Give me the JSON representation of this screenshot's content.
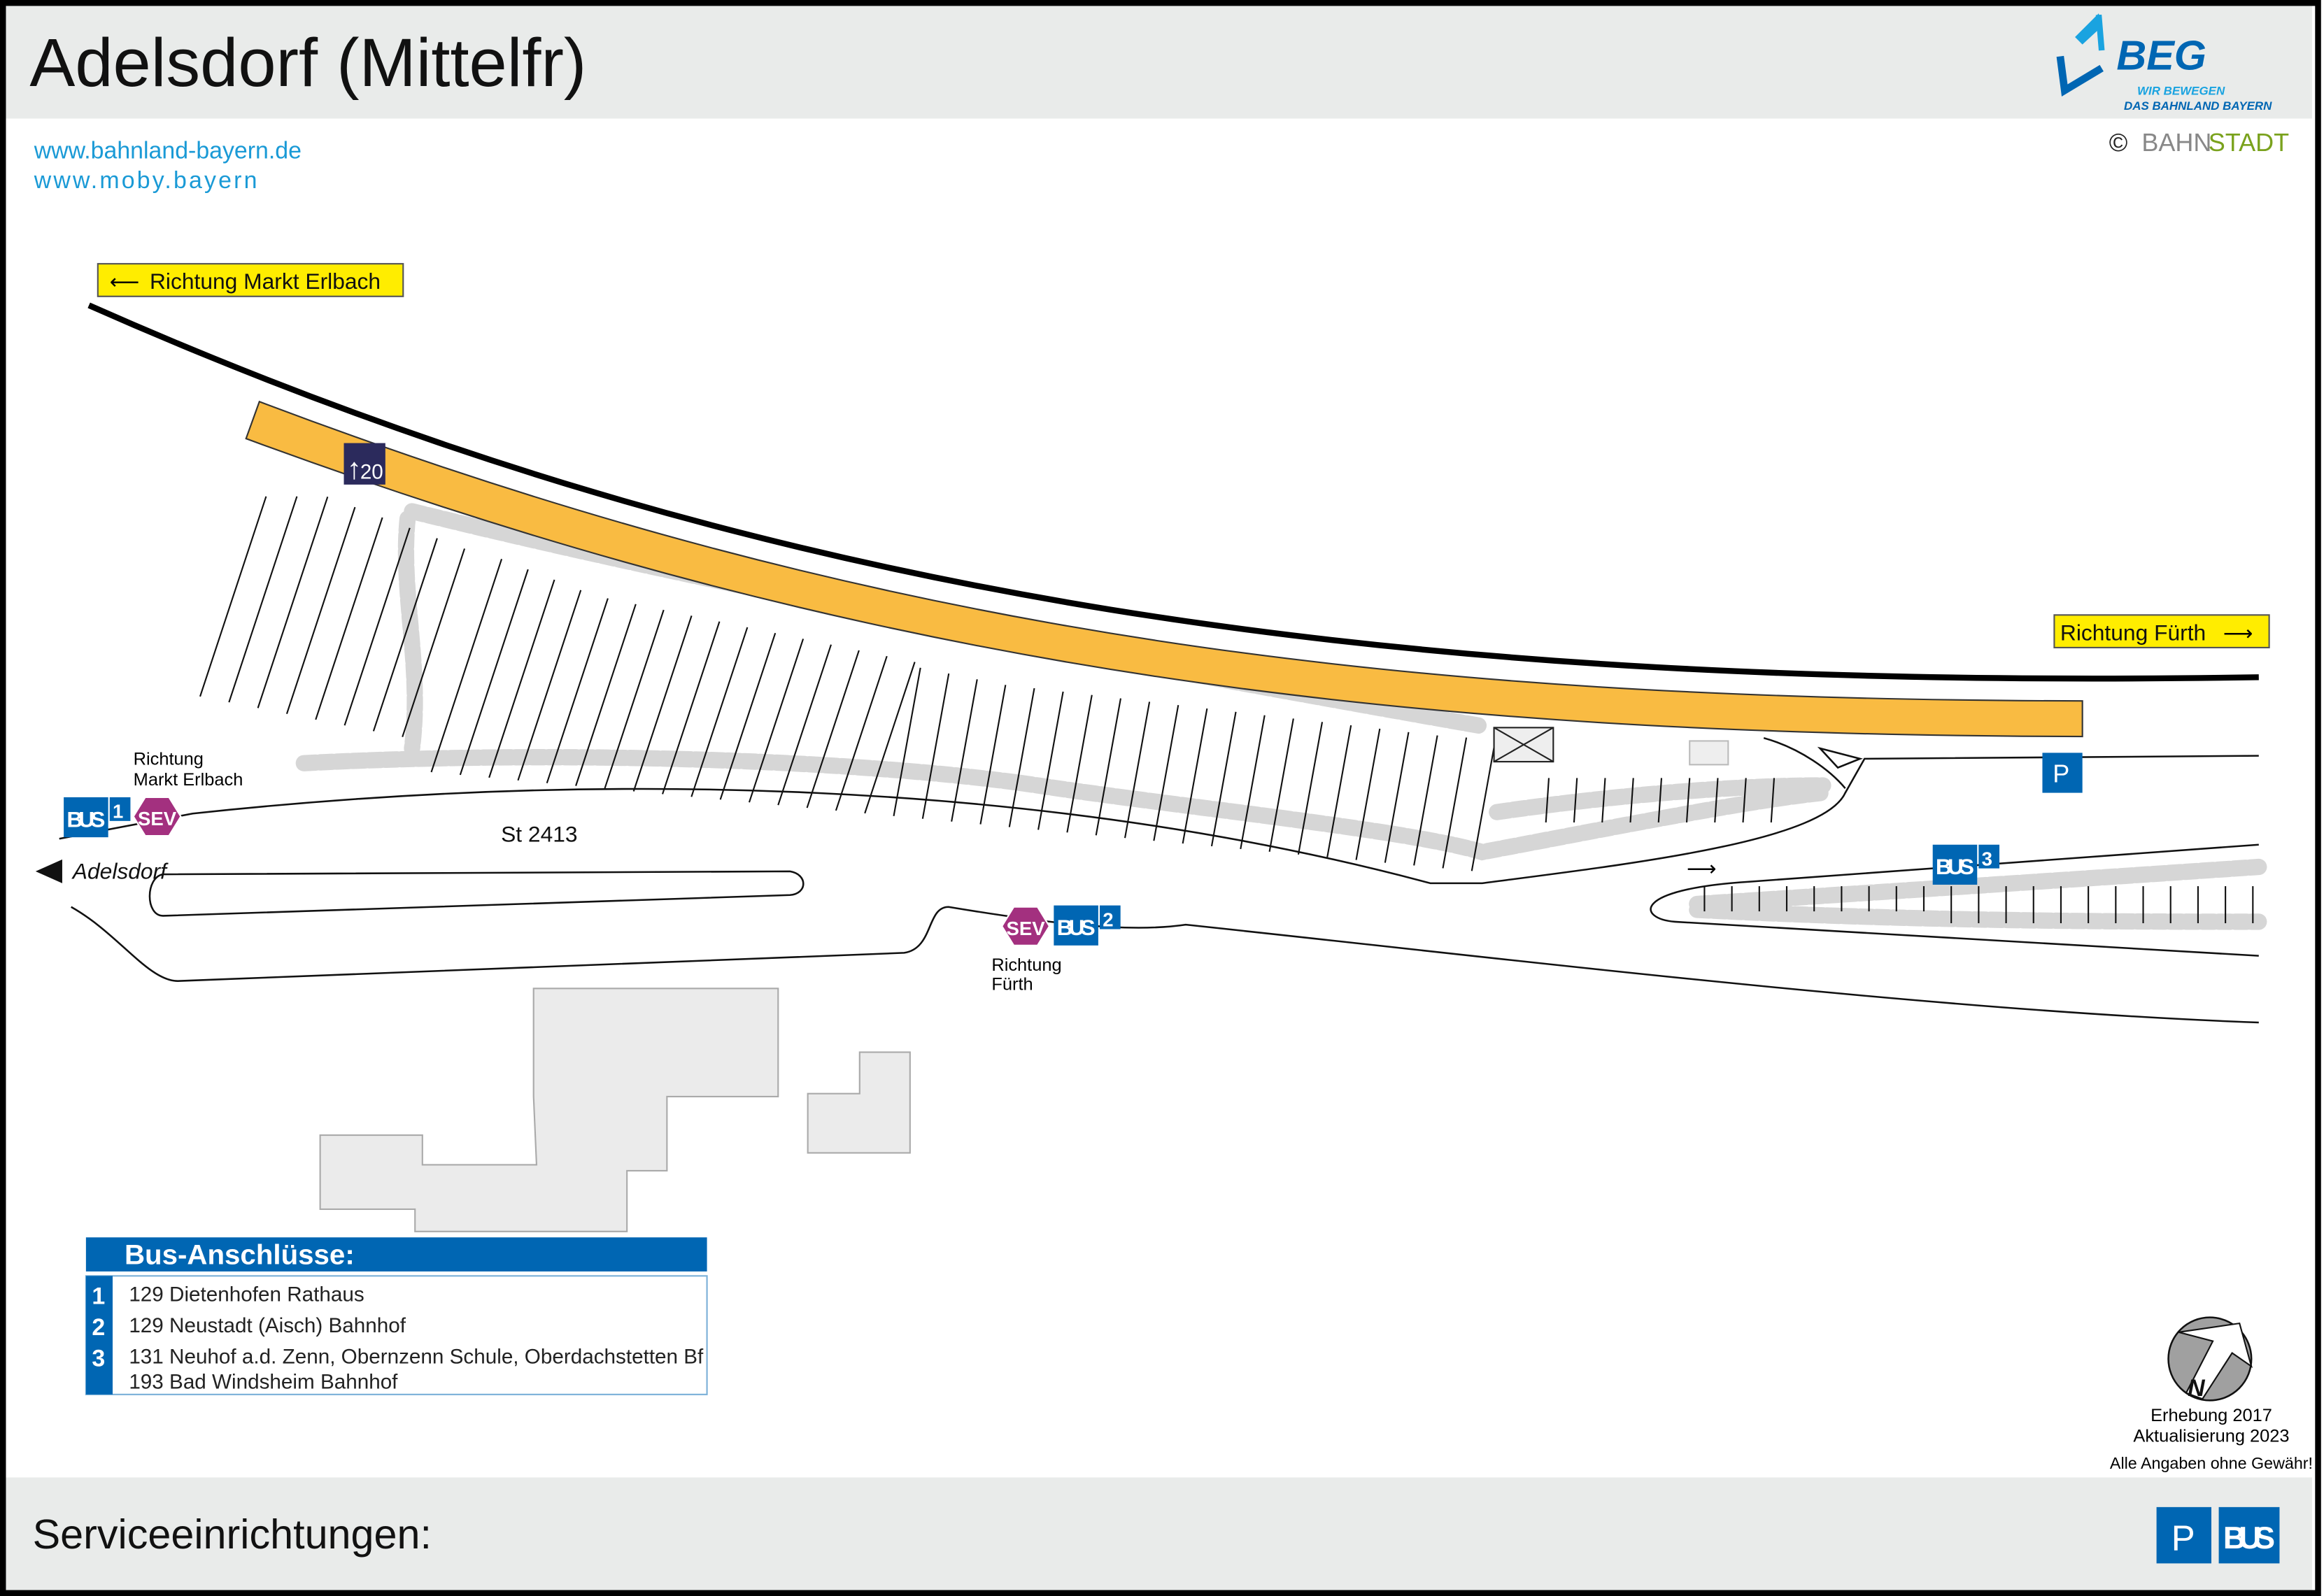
{
  "header": {
    "title": "Adelsdorf (Mittelfr)"
  },
  "links": [
    "www.bahnland-bayern.de",
    "www.moby.bayern"
  ],
  "logo": {
    "name": "BEG",
    "tagline1": "WIR BEWEGEN",
    "tagline2": "DAS BAHNLAND BAYERN"
  },
  "copyright": {
    "symbol": "©",
    "part1": "BAHN",
    "part2": "STADT"
  },
  "map": {
    "direction_left": "Richtung Markt Erlbach",
    "direction_right": "Richtung Fürth",
    "platform_sign": {
      "arrow": "↑",
      "number": "20"
    },
    "road_name": "St 2413",
    "town_arrow_label": "Adelsdorf",
    "stop1": {
      "bus": "BUS",
      "num": "1",
      "sev": "SEV",
      "label1": "Richtung",
      "label2": "Markt Erlbach"
    },
    "stop2": {
      "bus": "BUS",
      "num": "2",
      "sev": "SEV",
      "label1": "Richtung",
      "label2": "Fürth"
    },
    "stop3": {
      "bus": "BUS",
      "num": "3"
    },
    "parking": "P"
  },
  "bus_table": {
    "title": "Bus-Anschlüsse:",
    "rows": [
      {
        "num": "1",
        "lines": [
          "129 Dietenhofen Rathaus"
        ]
      },
      {
        "num": "2",
        "lines": [
          "129 Neustadt (Aisch) Bahnhof"
        ]
      },
      {
        "num": "3",
        "lines": [
          "131 Neuhof a.d. Zenn, Obernzenn Schule, Oberdachstetten Bf",
          "193 Bad Windsheim Bahnhof"
        ]
      }
    ]
  },
  "north": {
    "letter": "N"
  },
  "info": {
    "survey": "Erhebung 2017",
    "update": "Aktualisierung 2023",
    "disclaimer": "Alle Angaben ohne Gewähr!"
  },
  "footer": {
    "title": "Serviceeinrichtungen:",
    "icons": [
      "P",
      "BUS"
    ]
  },
  "colors": {
    "blue": "#0066b3",
    "lightblue": "#1a9ad6",
    "platform": "#f9bb42",
    "yellow": "#ffed00",
    "sev": "#a3307f",
    "green": "#7aa21d"
  }
}
